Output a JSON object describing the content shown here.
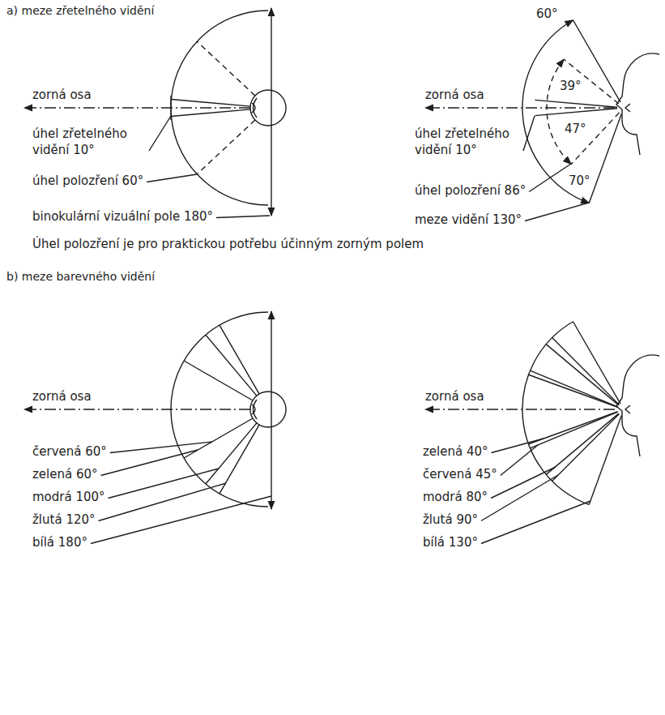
{
  "diagram": {
    "labels": [
      "a) meze zřetelného vidění",
      "zorná osa",
      "úhel zřetelného vidění 10°",
      "úhel polozření 60°",
      "binokulární vizuální pole 180°",
      "60°",
      "39°",
      "zorná osa",
      "úhel zřetelného vidění 10°",
      "47°",
      "úhel polozření 86°",
      "70°",
      "meze vidění 130°",
      "Úhel polozření je pro praktickou potřebu účinným zorným polem",
      "b) meze barevného vidění",
      "zorná osa",
      "červená 60°",
      "zelená 60°",
      "modrá 100°",
      "žlutá 120°",
      "bílá 180°",
      "zorná osa",
      "zelená 40°",
      "červená 45°",
      "modrá 80°",
      "žlutá 90°",
      "bílá 130°"
    ]
  }
}
